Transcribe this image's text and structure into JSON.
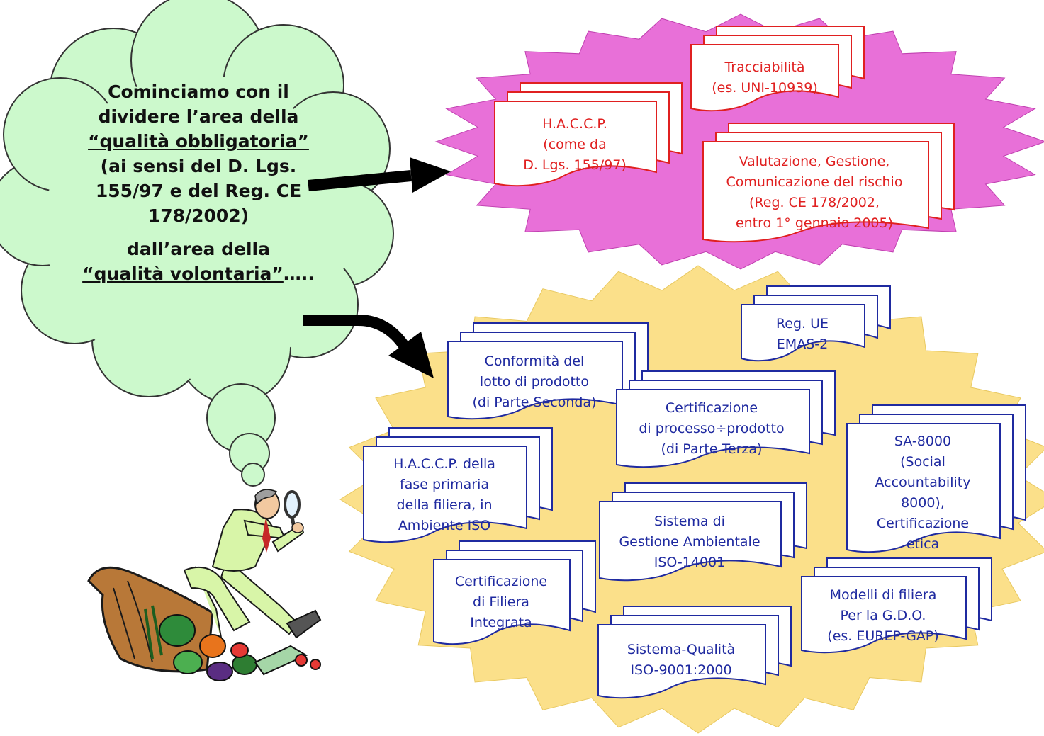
{
  "thought_cloud": {
    "line1": "Cominciamo con il",
    "line2": "dividere l’area della",
    "line3": "“qualità obbligatoria”",
    "line4": "(ai sensi del D. Lgs.",
    "line5": "155/97 e del Reg. CE",
    "line6": "178/2002)",
    "line7": "dall’area della",
    "line8_underlined": "“qualità volontaria”",
    "line8_suffix": "….."
  },
  "mandatory_area": {
    "color": "#e870d8",
    "documents": [
      {
        "id": "haccp",
        "text": "H.A.C.C.P.\n(come da\nD. Lgs. 155/97)"
      },
      {
        "id": "tracciabilita",
        "text": "Tracciabilità\n(es. UNI-10939)"
      },
      {
        "id": "rischio",
        "text": "Valutazione, Gestione,\nComunicazione del rischio\n(Reg. CE 178/2002,\nentro 1° gennaio 2005)"
      }
    ]
  },
  "voluntary_area": {
    "color": "#fbe08a",
    "documents": [
      {
        "id": "emas",
        "text": "Reg. UE\nEMAS-2"
      },
      {
        "id": "conformita",
        "text": "Conformità del\nlotto di prodotto\n(di Parte Seconda)"
      },
      {
        "id": "certificazione-processo",
        "text": "Certificazione\ndi processo÷prodotto\n(di Parte Terza)"
      },
      {
        "id": "haccp-primaria",
        "text": "H.A.C.C.P. della\nfase primaria\ndella filiera, in\nAmbiente ISO"
      },
      {
        "id": "sa8000",
        "text": "SA-8000\n(Social\nAccountability\n8000),\nCertificazione\netica"
      },
      {
        "id": "iso14001",
        "text": "Sistema di\nGestione Ambientale\nISO-14001"
      },
      {
        "id": "filiera-integrata",
        "text": "Certificazione\ndi Filiera\nIntegrata"
      },
      {
        "id": "gdo",
        "text": "Modelli di filiera\nPer la G.D.O.\n(es. EUREP-GAP)"
      },
      {
        "id": "iso9001",
        "text": "Sistema-Qualità\nISO-9001:2000"
      }
    ]
  },
  "colors": {
    "cloud_fill": "#ccf9cc",
    "doc_border_red": "#e02020",
    "doc_border_blue": "#1f2aa0",
    "arrow": "#000000"
  },
  "illustration": "man-with-magnifying-glass-and-cornucopia"
}
